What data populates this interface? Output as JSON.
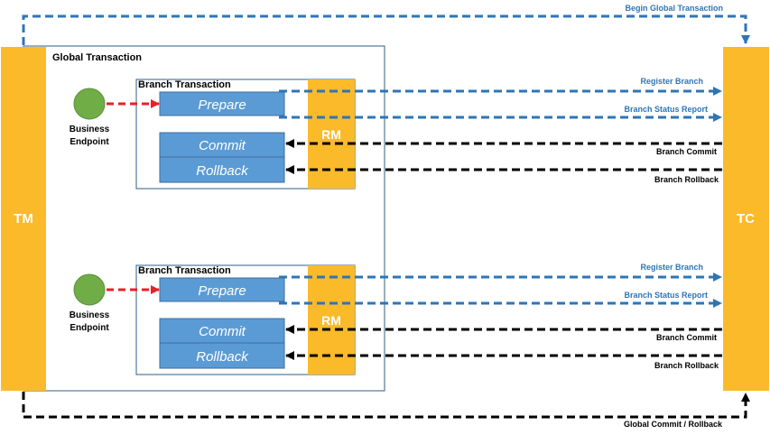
{
  "nodes": {
    "tm": "TM",
    "tc": "TC",
    "global_transaction": "Global Transaction"
  },
  "branches": [
    {
      "title": "Branch Transaction",
      "endpoint_line1": "Business",
      "endpoint_line2": "Endpoint",
      "prepare": "Prepare",
      "commit": "Commit",
      "rollback": "Rollback",
      "rm": "RM",
      "register_branch": "Register Branch",
      "branch_status_report": "Branch Status Report",
      "branch_commit": "Branch Commit",
      "branch_rollback": "Branch Rollback"
    },
    {
      "title": "Branch Transaction",
      "endpoint_line1": "Business",
      "endpoint_line2": "Endpoint",
      "prepare": "Prepare",
      "commit": "Commit",
      "rollback": "Rollback",
      "rm": "RM",
      "register_branch": "Register Branch",
      "branch_status_report": "Branch Status Report",
      "branch_commit": "Branch Commit",
      "branch_rollback": "Branch Rollback"
    }
  ],
  "flows": {
    "begin_global": "Begin Global Transaction",
    "global_commit_rollback": "Global Commit / Rollback"
  },
  "colors": {
    "orange": "#FBBA2A",
    "blue_box": "#5B9BD5",
    "blue_arrow": "#2E75B6",
    "frame": "#2E5F8A",
    "green": "#70AD47",
    "red": "#E8202A",
    "black": "#000000"
  }
}
